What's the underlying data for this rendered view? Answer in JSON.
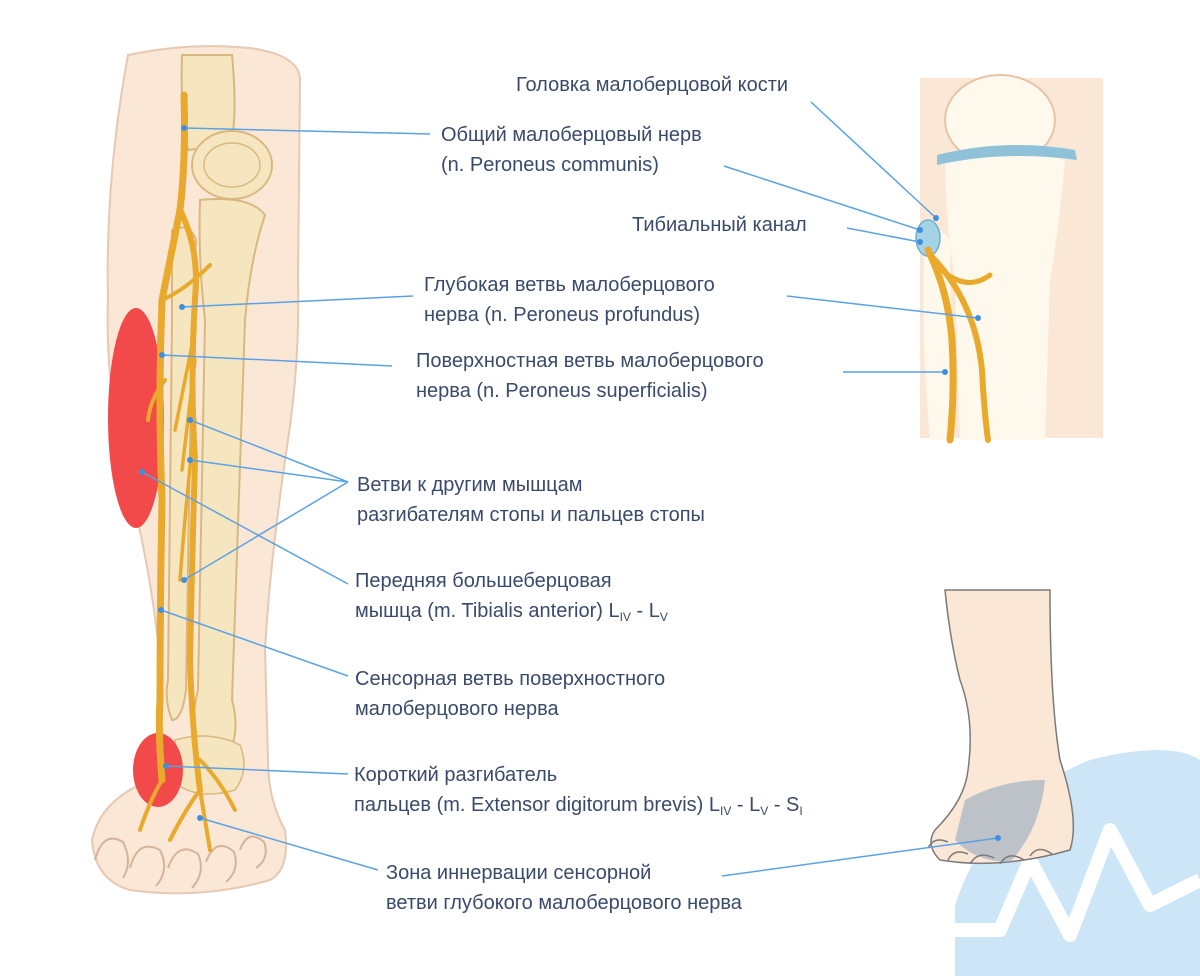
{
  "labels": {
    "fibula_head": "Головка малоберцовой кости",
    "common_peroneal": {
      "line1": "Общий малоберцовый нерв",
      "line2": "(n. Peroneus communis)"
    },
    "tibial_canal": "Тибиальный канал",
    "deep_branch": {
      "line1": "Глубокая ветвь малоберцового",
      "line2": "нерва (n. Peroneus profundus)"
    },
    "superficial_branch": {
      "line1": "Поверхностная ветвь малоберцового",
      "line2": "нерва (n. Peroneus superficialis)"
    },
    "other_muscles": {
      "line1": "Ветви к другим мышцам",
      "line2": "разгибателям стопы и пальцев стопы"
    },
    "tibialis_anterior": {
      "line1": "Передняя большеберцовая",
      "line2_text": "мышца (m. Tibialis anterior) L",
      "sub1": "IV",
      "sep1": " - L",
      "sub2": "V"
    },
    "sensory_branch": {
      "line1": "Сенсорная ветвь поверхностного",
      "line2": "малоберцового нерва"
    },
    "extensor_brevis": {
      "line1": "Короткий разгибатель",
      "line2_text": "пальцев (m. Extensor digitorum brevis) L",
      "sub1": "IV",
      "sep1": " - L",
      "sub2": "V",
      "sep2": " - S",
      "sub3": "I"
    },
    "innervation_zone": {
      "line1": "Зона иннервации сенсорной",
      "line2": "ветви глубокого малоберцового нерва"
    }
  },
  "colors": {
    "label_text": "#3a4a6b",
    "leader_line": "#5aa2e6",
    "muscle_highlight": "#f24a4a",
    "nerve": "#e9a92c",
    "bone": "#f6e6bf",
    "skin": "#fbe7d6",
    "watermark": "#cde6f7"
  }
}
